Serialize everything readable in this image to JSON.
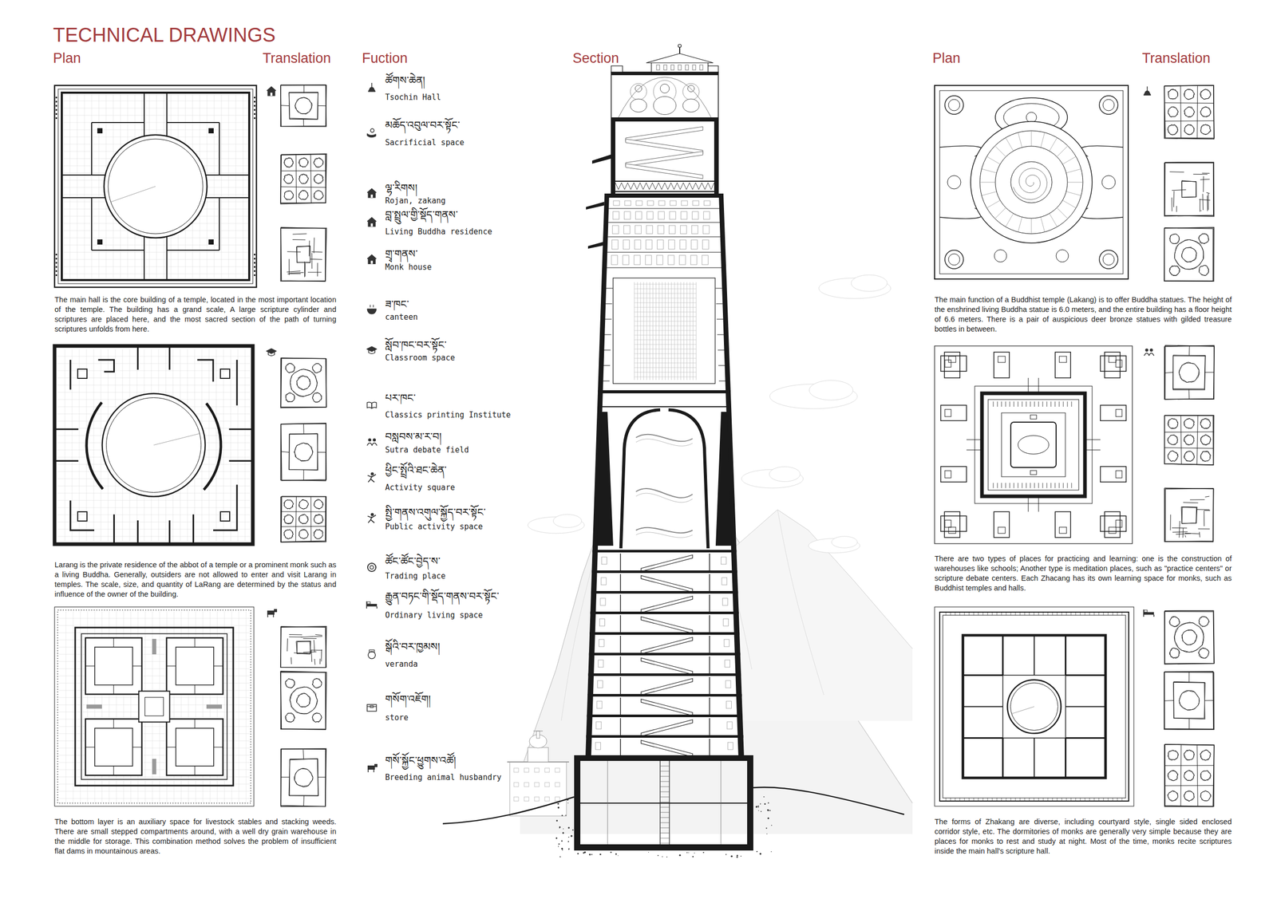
{
  "diagram": {
    "title": "TECHNICAL DRAWINGS",
    "labels": [
      "Plan",
      "Translation",
      "Fuction",
      "Section",
      "Plan",
      "Translation",
      "The main hall is the core building of a temple, located in the most important location of the temple. The building has a grand scale, A large scripture cylinder and scriptures are placed here, and the most sacred section of the path of turning scriptures unfolds from here.",
      "Larang is the private residence of the abbot of a temple or a prominent monk such as a living Buddha. Generally, outsiders are not allowed to enter and visit Larang in temples. The scale, size, and quantity of LaRang are determined by the status and influence of the owner of the building.",
      "The bottom layer is an auxiliary space for livestock stables and stacking weeds. There are small stepped compartments around, with a well dry grain warehouse in the middle for storage. This combination method solves the problem of insufficient flat dams in mountainous areas.",
      "The main function of a Buddhist temple (Lakang) is to offer Buddha statues. The height of the enshrined living Buddha statue is 6.0 meters, and the entire building has a floor height of 6.6 meters. There is a pair of auspicious deer bronze statues with gilded treasure bottles in between.",
      "There are two types of places for practicing and learning: one is the construction of warehouses like schools; Another type is meditation places, such as \"practice centers\" or scripture debate centers. Each Zhacang has its own learning space for monks, such as Buddhist temples and halls.",
      "The forms of Zhakang are diverse, including courtyard style, single sided enclosed corridor style, etc. The dormitories of monks are generally very simple because they are places for monks to rest and study at night. Most of the time, monks recite scriptures inside the main hall's scripture hall.",
      "ཚོགས་ཆེན།",
      "Tsochin Hall",
      "མཆོད་འབུལ་བར་སྟོང་",
      "Sacrificial space",
      "ལྷ་རིགས།",
      "Rojan, zakang",
      "བླ་སྤྲུལ་གྱི་སྡོད་གནས་",
      "Living Buddha residence",
      "གྲྭ་གནས་",
      "Monk house",
      "ཟ་ཁང་",
      "canteen",
      "སློབ་ཁང་བར་སྟོང་",
      "Classroom space",
      "པར་ཁང་",
      "Classics printing Institute",
      "བསླབས་མ་ར་བ།",
      "Sutra debate field",
      "ཕྱིང་སྤྲོའི་ཐང་ཆེན་",
      "Activity square",
      "སྤྱི་གནས་འགུལ་སྐྱོད་བར་སྟོང་",
      "Public activity space",
      "ཚོང་ཚོང་བྱེད་ས་",
      "Trading place",
      "རྒྱུན་བཏང་གི་སྡོད་གནས་བར་སྟོང་",
      "Ordinary living space",
      "སྒོའི་བར་ཁྱམས།",
      "veranda",
      "གསོག་འཇོག།",
      "store",
      "གསོ་སྐྱོང་ཕྱུགས་འཚོ།",
      "Breeding animal husbandry"
    ]
  }
}
